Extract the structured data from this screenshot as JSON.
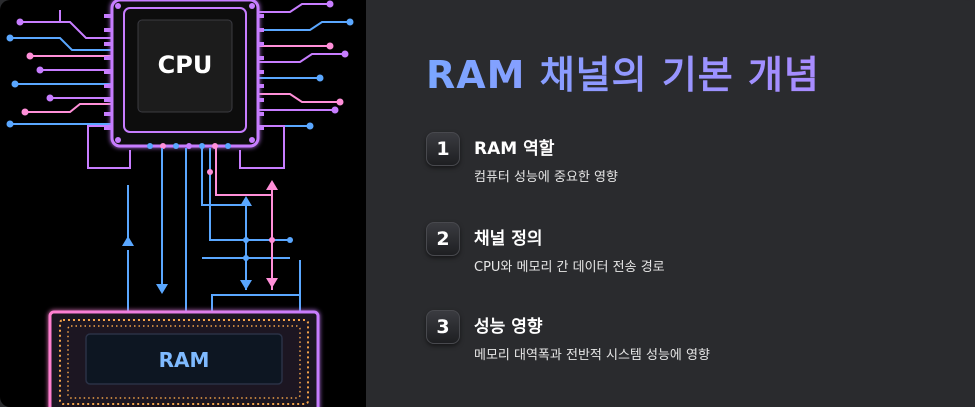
{
  "illustration": {
    "cpu_label": "CPU",
    "ram_label": "RAM",
    "colors": {
      "cpu_purple": "#c77dff",
      "trace_blue": "#5aa7ff",
      "trace_pink": "#ff8fd8",
      "ram_orange": "#f2a24a"
    }
  },
  "title": "RAM 채널의 기본 개념",
  "items": [
    {
      "number": "1",
      "heading": "RAM 역할",
      "description": "컴퓨터 성능에 중요한 영향"
    },
    {
      "number": "2",
      "heading": "채널 정의",
      "description": "CPU와 메모리 간 데이터 전송 경로"
    },
    {
      "number": "3",
      "heading": "성능 영향",
      "description": "메모리 대역폭과 전반적 시스템 성능에 영향"
    }
  ]
}
